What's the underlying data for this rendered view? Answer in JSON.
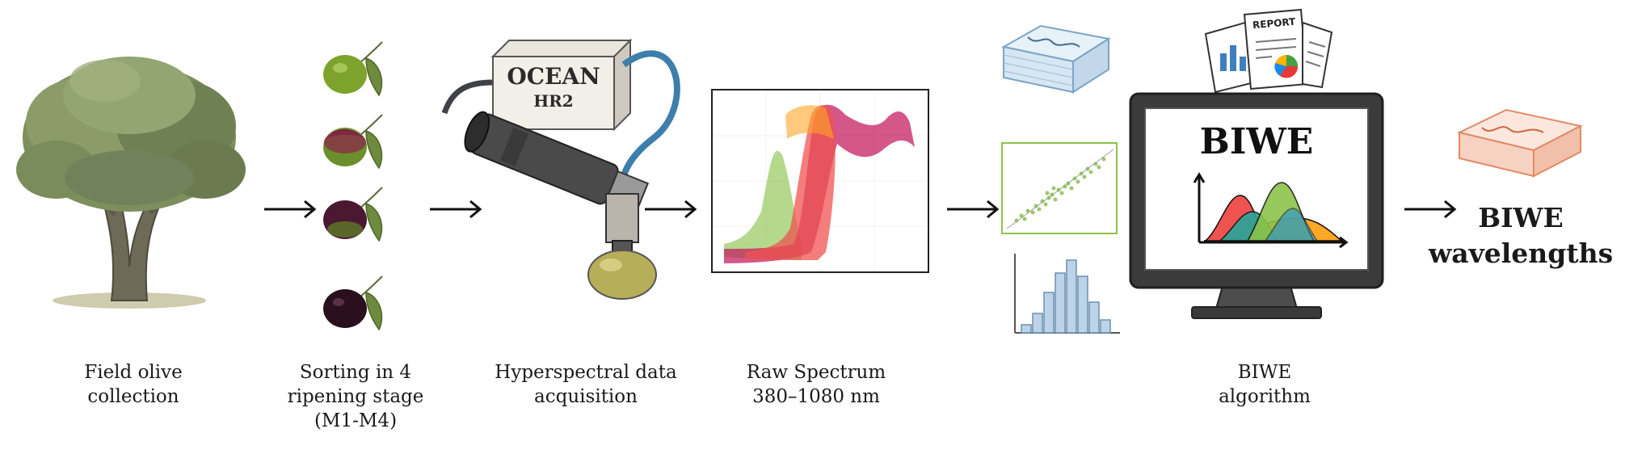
{
  "device_label": {
    "line1": "OCEAN",
    "line2": "HR2"
  },
  "report_label": "REPORT",
  "monitor_title": "BIWE",
  "output": {
    "line1": "BIWE",
    "line2": "wavelengths"
  },
  "steps": [
    {
      "lines": [
        "Field olive",
        "collection"
      ]
    },
    {
      "lines": [
        "Sorting in 4",
        "ripening stage",
        "(M1-M4)"
      ]
    },
    {
      "lines": [
        "Hyperspectral data",
        "acquisition"
      ]
    },
    {
      "lines": [
        "Raw Spectrum",
        "380–1080 nm"
      ]
    },
    {
      "lines": [
        "BIWE",
        "algorithm"
      ]
    }
  ],
  "colors": {
    "arrow": "#111111",
    "green_series": "#9ccc65",
    "red_series": "#ef5350",
    "magenta_series": "#c2185b",
    "orange_series": "#ffa726",
    "teal_series": "#26a69a",
    "scatter": "#7cb342",
    "histogram": "#bcd3e8"
  }
}
